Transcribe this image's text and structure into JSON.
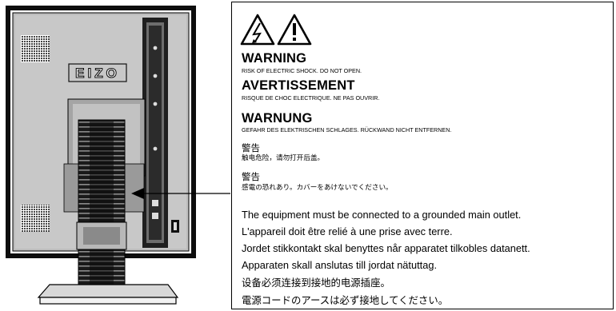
{
  "logo_text": "EIZO",
  "warnings": [
    {
      "heading": "WARNING",
      "subtext": "RISK OF ELECTRIC SHOCK.  DO NOT OPEN."
    },
    {
      "heading": "AVERTISSEMENT",
      "subtext": "RISQUE DE CHOC ELECTRIQUE.  NE PAS OUVRIR."
    },
    {
      "heading": "WARNUNG",
      "subtext": "GEFAHR DES ELEKTRISCHEN  SCHLAGES.  RÜCKWAND NICHT ENTFERNEN."
    },
    {
      "heading": "警告",
      "subtext": "触电危险，请勿打开后盖。"
    },
    {
      "heading": "警告",
      "subtext": "感電の恐れあり。カバーをあけないでください。"
    }
  ],
  "grounding_lines": [
    "The equipment must be connected to a grounded main outlet.",
    "L'appareil doit être relié à une prise avec terre.",
    "Jordet stikkontakt skal benyttes når apparatet tilkobles datanett.",
    "Apparaten skall anslutas till jordat nätuttag.",
    "设备必须连接到接地的电源插座。",
    "電源コードのアースは必ず接地してください。"
  ],
  "icons": [
    "electric-shock-hazard-icon",
    "general-warning-icon"
  ]
}
